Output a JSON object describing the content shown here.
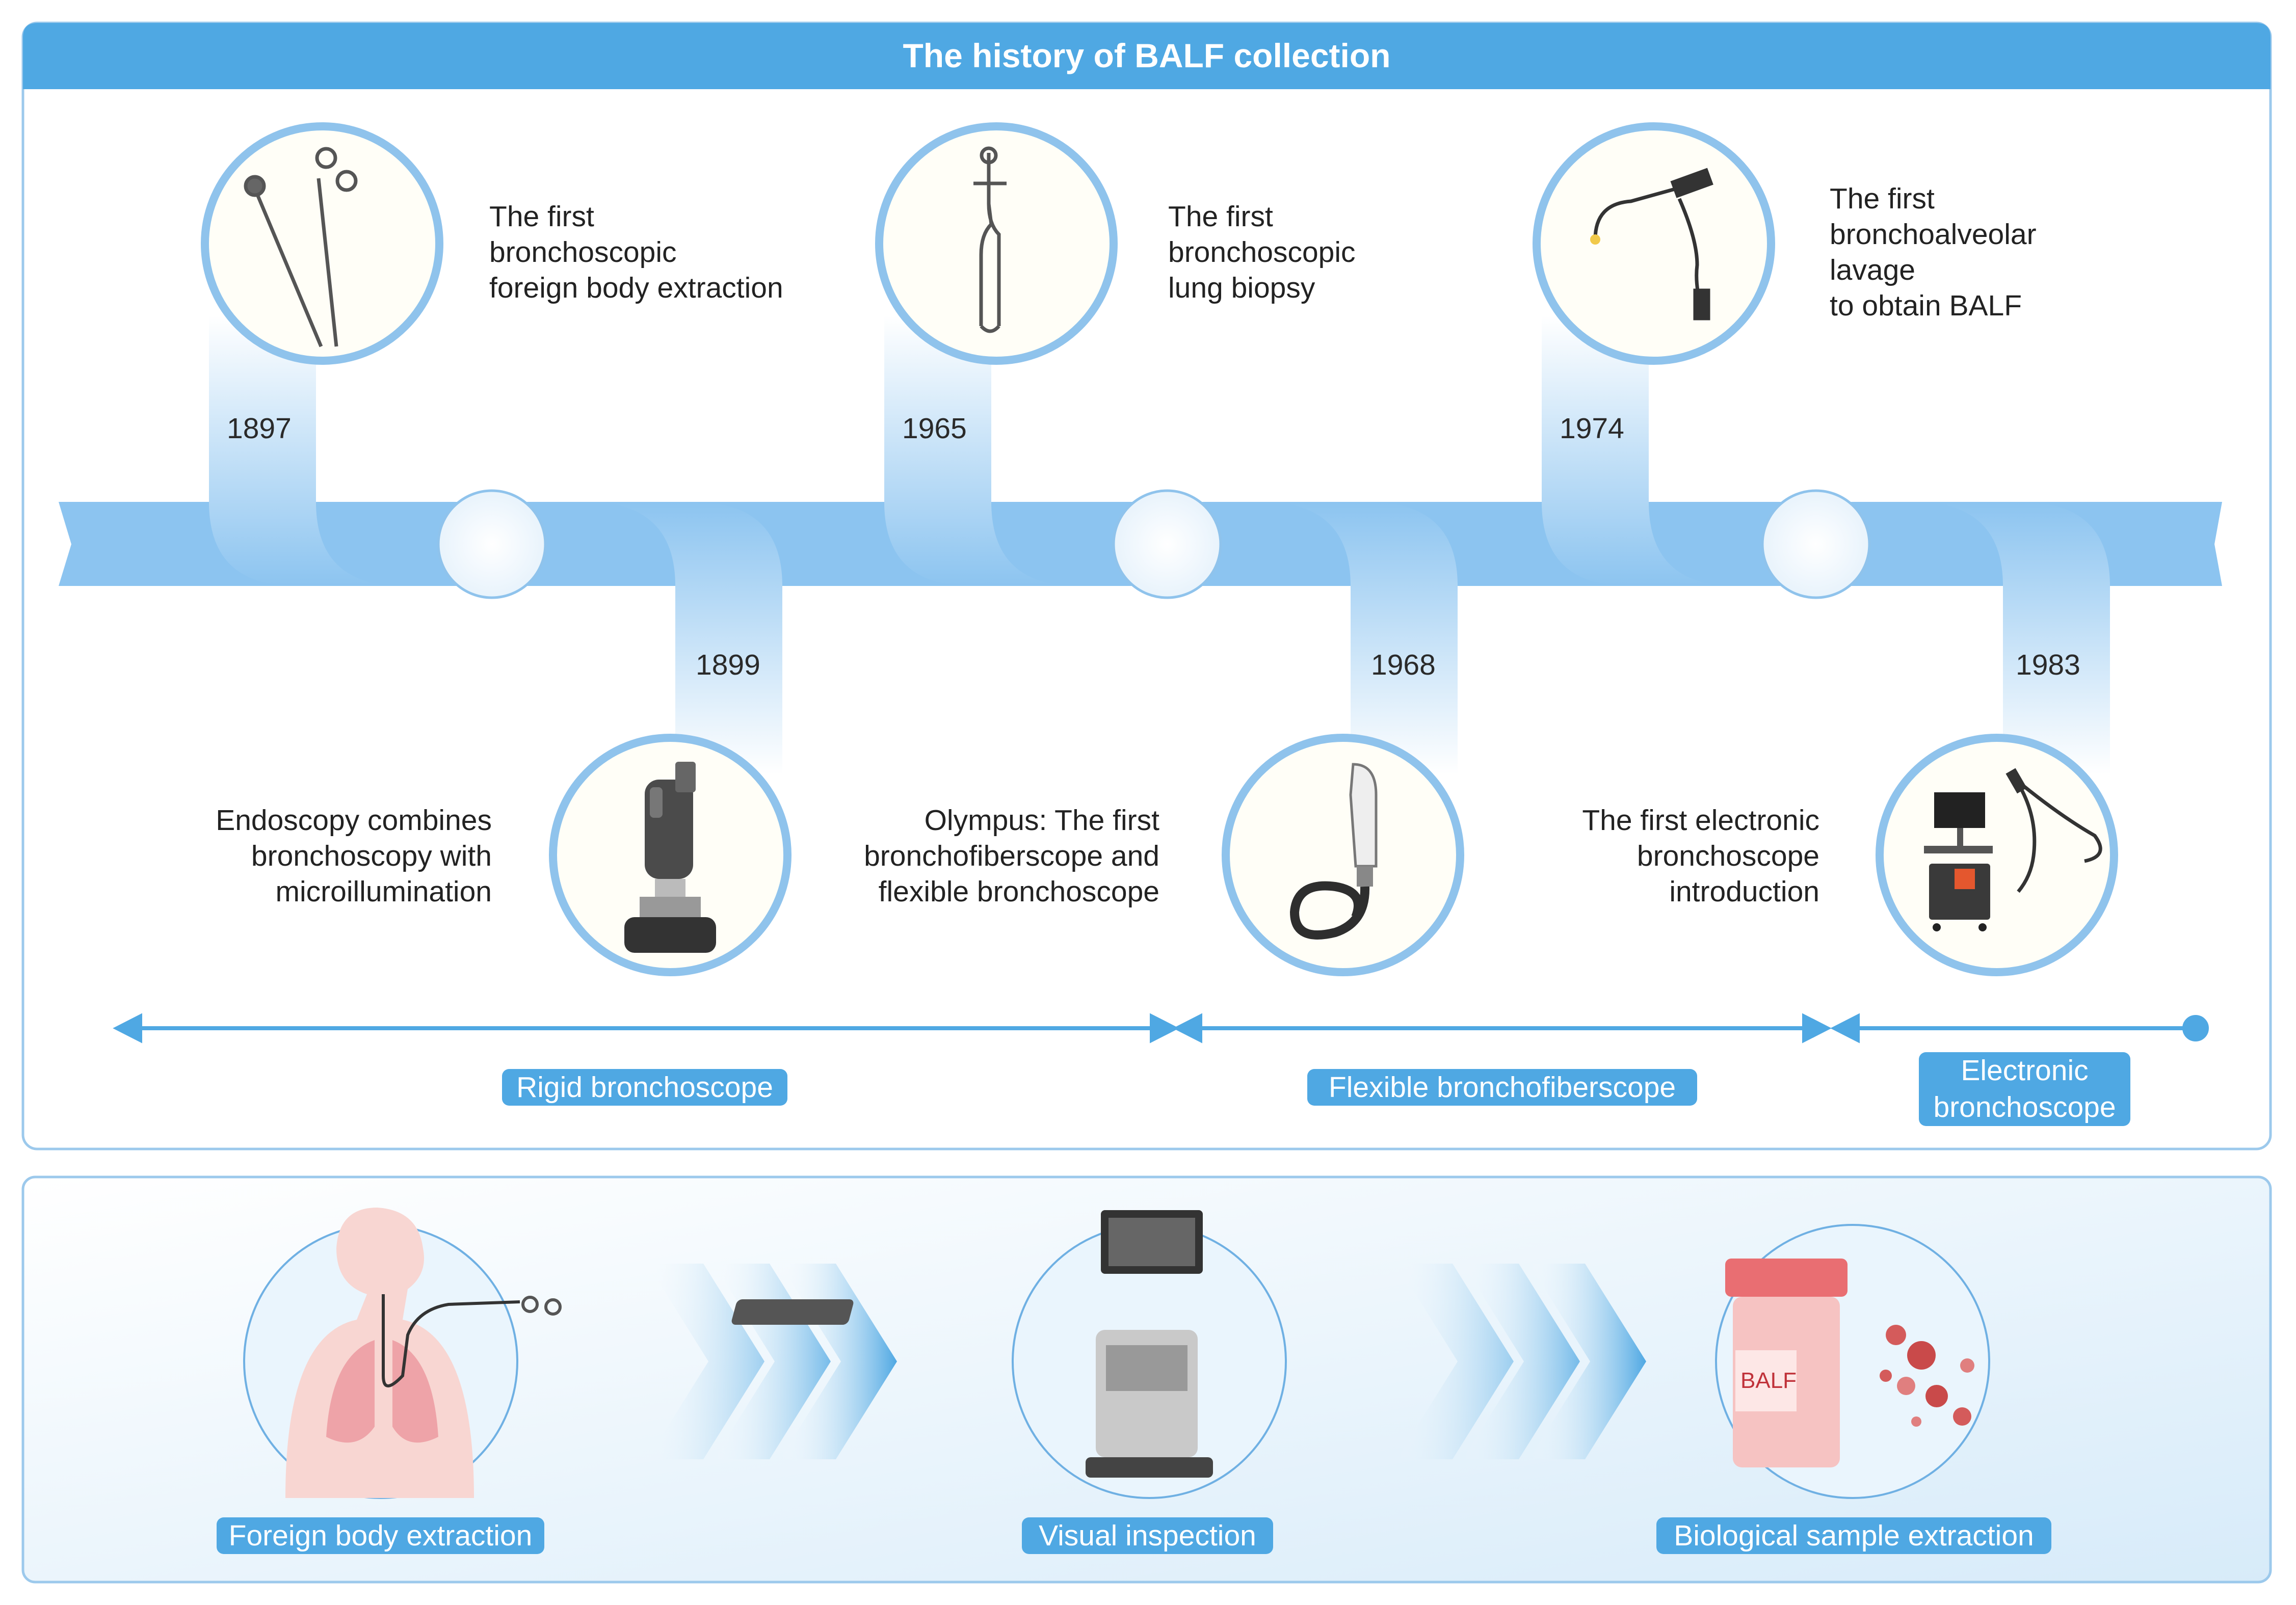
{
  "title": "The history of BALF collection",
  "milestones": [
    {
      "year": "1897",
      "text": "The first\nbronchoscopic\nforeign body extraction",
      "icon": "rigid-forceps-icon"
    },
    {
      "year": "1899",
      "text": "Endoscopy combines\nbronchoscopy with\nmicroillumination",
      "icon": "light-source-icon"
    },
    {
      "year": "1965",
      "text": "The first\nbronchoscopic\nlung biopsy",
      "icon": "biopsy-forceps-icon"
    },
    {
      "year": "1968",
      "text": "Olympus: The first\nbronchofiberscope and\nflexible bronchoscope",
      "icon": "flexible-bronchoscope-icon"
    },
    {
      "year": "1974",
      "text": "The first\nbronchoalveolar\nlavage\nto obtain BALF",
      "icon": "fiberscope-icon"
    },
    {
      "year": "1983",
      "text": "The first electronic\nbronchoscope\nintroduction",
      "icon": "electronic-bronchoscope-cart-icon"
    }
  ],
  "eras": [
    {
      "label": "Rigid bronchoscope"
    },
    {
      "label": "Flexible bronchofiberscope"
    },
    {
      "label": "Electronic\nbronchoscope"
    }
  ],
  "applications": [
    {
      "label": "Foreign body extraction",
      "icon": "lungs-bronchoscope-icon"
    },
    {
      "label": "Visual inspection",
      "icon": "imaging-workstation-icon"
    },
    {
      "label": "Biological sample extraction",
      "icon": "sample-bottle-icon",
      "badge": "BALF"
    }
  ],
  "colors": {
    "accent": "#4fa8e3",
    "band": "#8cc4f0",
    "outline": "#8fc3ec",
    "panel_bottom": "#e3f1fb"
  }
}
